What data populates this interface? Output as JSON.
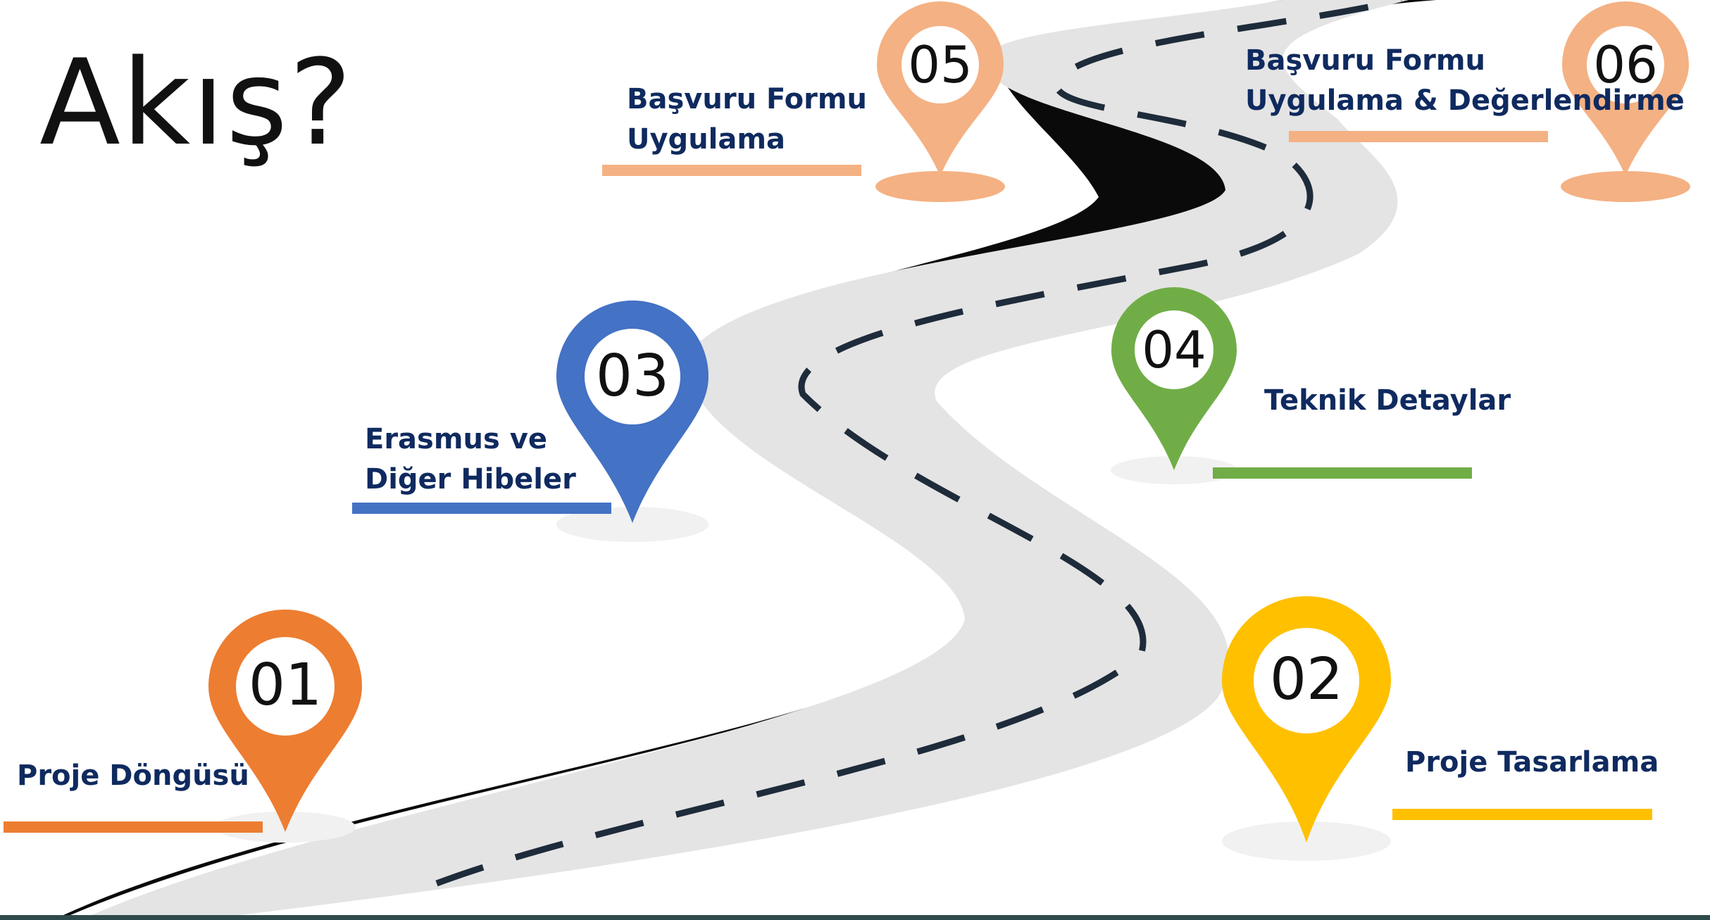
{
  "title": "Akış?",
  "colors": {
    "road": "#e4e4e4",
    "road_edge": "#0a0a0a",
    "dash": "#1e2b3a",
    "label_text": "#0f2a5f",
    "shadow": "#f0f0f0",
    "bottom_bar": "#2f4a4a"
  },
  "steps": [
    {
      "number": "01",
      "label": "Proje Döngüsü",
      "color": "#ed7d31"
    },
    {
      "number": "02",
      "label": "Proje Tasarlama",
      "color": "#ffc000"
    },
    {
      "number": "03",
      "label": "Erasmus ve\nDiğer Hibeler",
      "color": "#4472c4"
    },
    {
      "number": "04",
      "label": "Teknik Detaylar",
      "color": "#70ad47"
    },
    {
      "number": "05",
      "label": "Başvuru Formu\nUygulama",
      "color": "#f4b183"
    },
    {
      "number": "06",
      "label": "Başvuru Formu\nUygulama & Değerlendirme",
      "color": "#f4b183"
    }
  ]
}
